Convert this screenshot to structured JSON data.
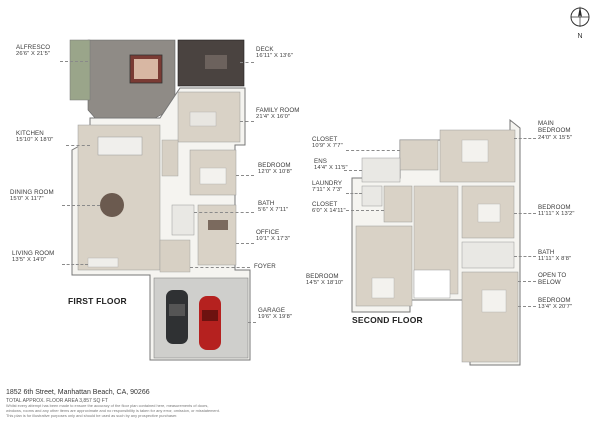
{
  "address": "1852 6th Street, Manhattan Beach, CA, 90266",
  "total_area": "TOTAL APPROX. FLOOR AREA 3,857 SQ FT",
  "disclaimer_1": "Whilst every attempt has been made to ensure the accuracy of the floor plan contained here, measurements of doors,",
  "disclaimer_2": "windows, rooms and any other items are approximate and no responsibility is taken for any error, omission, or misstatement.",
  "disclaimer_3": "This plan is for illustrative purposes only and should be used as such by any prospective purchaser.",
  "compass": "N",
  "first_floor": {
    "title": "FIRST FLOOR",
    "rooms": {
      "alfresco": {
        "name": "ALFRESCO",
        "dim": "26'6\" x 21'5\""
      },
      "kitchen": {
        "name": "KITCHEN",
        "dim": "15'10\" x 18'0\""
      },
      "dining": {
        "name": "DINING ROOM",
        "dim": "15'0\" x 11'7\""
      },
      "living": {
        "name": "LIVING ROOM",
        "dim": "13'5\" x 14'0\""
      },
      "deck": {
        "name": "DECK",
        "dim": "16'11\" x 13'6\""
      },
      "family": {
        "name": "FAMILY ROOM",
        "dim": "21'4\" x 16'0\""
      },
      "bedroom": {
        "name": "BEDROOM",
        "dim": "12'0\" x 10'8\""
      },
      "bath": {
        "name": "BATH",
        "dim": "5'6\" x 7'11\""
      },
      "office": {
        "name": "OFFICE",
        "dim": "10'1\" x 17'3\""
      },
      "foyer": {
        "name": "FOYER",
        "dim": ""
      },
      "garage": {
        "name": "GARAGE",
        "dim": "19'6\" x 19'8\""
      }
    }
  },
  "second_floor": {
    "title": "SECOND FLOOR",
    "rooms": {
      "closet1": {
        "name": "CLOSET",
        "dim": "10'9\" x 7'7\""
      },
      "ens": {
        "name": "ENS",
        "dim": "14'4\" x 11'5\""
      },
      "laundry": {
        "name": "LAUNDRY",
        "dim": "7'11\" x 7'3\""
      },
      "closet2": {
        "name": "CLOSET",
        "dim": "6'0\" x 14'11\""
      },
      "bedroom_left": {
        "name": "BEDROOM",
        "dim": "14'5\" x 18'10\""
      },
      "main_bedroom": {
        "name": "MAIN",
        "name2": "BEDROOM",
        "dim": "24'0\" x 15'5\""
      },
      "bedroom_r1": {
        "name": "BEDROOM",
        "dim": "11'11\" x 13'2\""
      },
      "bath": {
        "name": "BATH",
        "dim": "11'11\" x 8'8\""
      },
      "open": {
        "name": "OPEN TO",
        "name2": "BELOW",
        "dim": ""
      },
      "bedroom_r2": {
        "name": "BEDROOM",
        "dim": "13'4\" x 20'7\""
      }
    }
  },
  "colors": {
    "floor": "#d9d2c6",
    "wall": "#f7f7f5",
    "deck": "#4a4340",
    "patio": "#8f8b86",
    "text": "#3a3a3a"
  }
}
